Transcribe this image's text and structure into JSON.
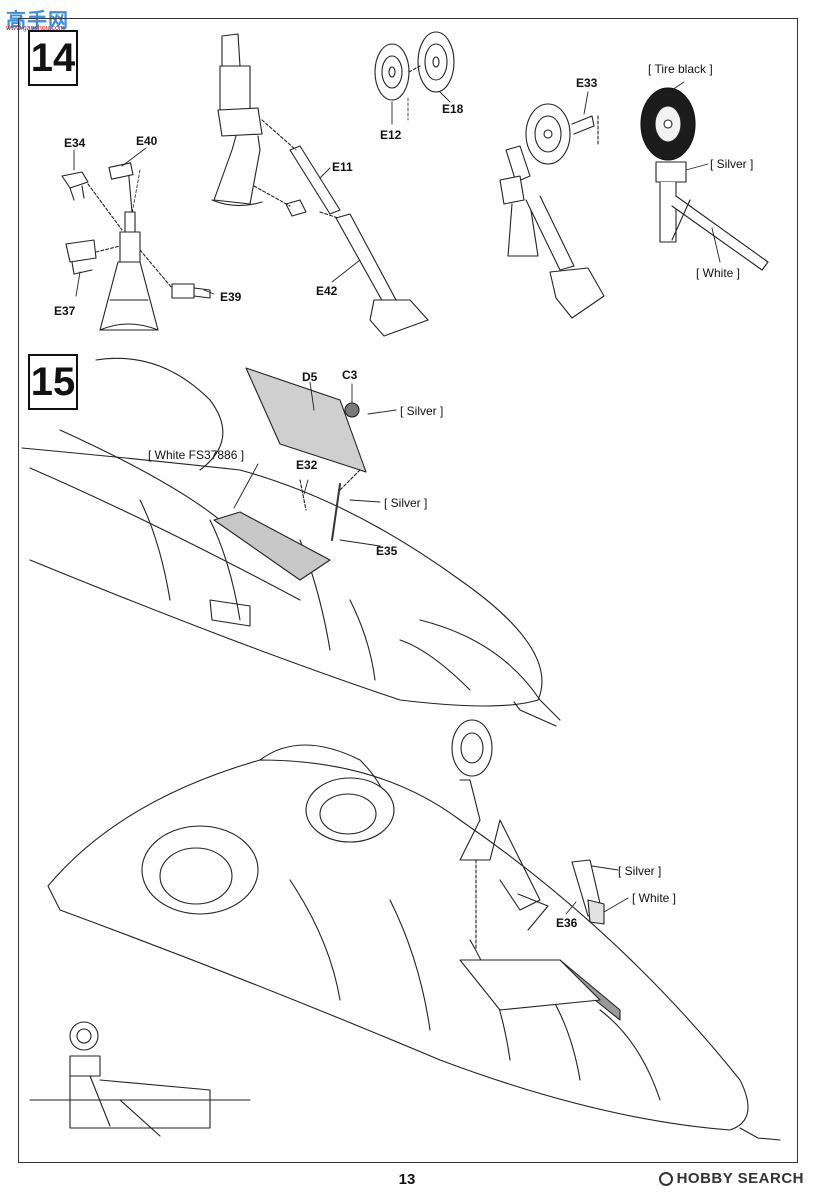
{
  "page": {
    "number": "13"
  },
  "watermark_top": {
    "line1": "高手网",
    "line2": "www.gaoshou.com"
  },
  "watermark_bottom": {
    "text": "HOBBY SEARCH"
  },
  "step14": {
    "number": "14",
    "parts": {
      "e34": "E34",
      "e40": "E40",
      "e37": "E37",
      "e39": "E39",
      "e11": "E11",
      "e42": "E42",
      "e12": "E12",
      "e18": "E18",
      "e33": "E33"
    },
    "colors": {
      "tire": "[ Tire  black ]",
      "silver": "[ Silver ]",
      "white": "[ White ]"
    }
  },
  "step15": {
    "number": "15",
    "parts": {
      "d5": "D5",
      "c3": "C3",
      "e32": "E32",
      "e35": "E35",
      "e36": "E36"
    },
    "colors": {
      "white_fs": "[ White  FS37886 ]",
      "silver_c3": "[ Silver ]",
      "silver_e35": "[ Silver ]",
      "silver_e36": "[ Silver ]",
      "white_e36": "[ White ]"
    }
  }
}
